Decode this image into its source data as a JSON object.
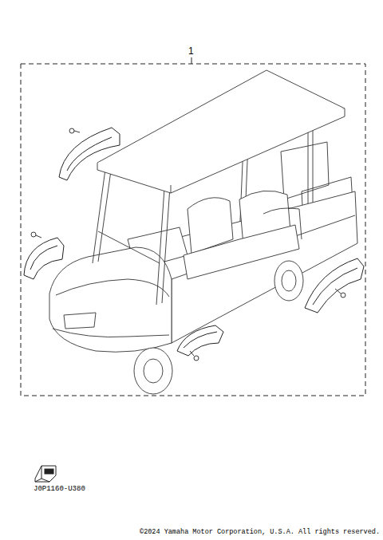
{
  "diagram": {
    "labels": [
      "1",
      "J0P1160-U380",
      "©2024 Yamaha Motor Corporation, U.S.A. All rights reserved."
    ]
  }
}
